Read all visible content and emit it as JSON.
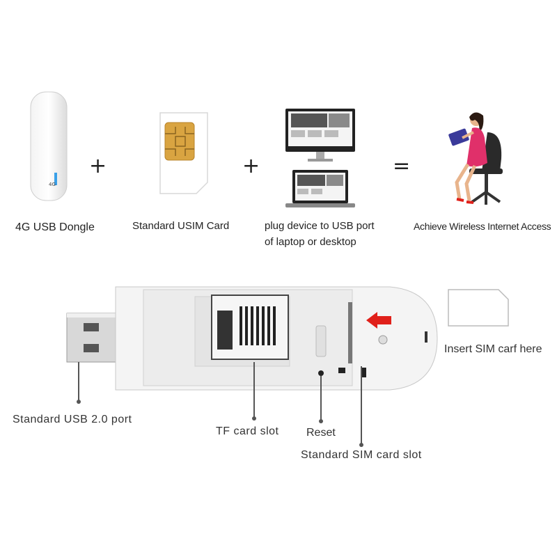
{
  "top_row": {
    "dongle_label": "4G USB Dongle",
    "sim_label": "Standard USIM Card",
    "device_label_line1": "plug device to USB port",
    "device_label_line2": "of laptop or desktop",
    "result_label": "Achieve Wireless Internet Access",
    "dongle_badge": "4G",
    "plus_1": "+",
    "plus_2": "+",
    "equals": "="
  },
  "diagram": {
    "insert_sim_label": "Insert SIM carf here",
    "usb_port_label": "Standard USB 2.0 port",
    "tf_slot_label": "TF card slot",
    "reset_label": "Reset",
    "sim_slot_label": "Standard SIM card slot"
  },
  "colors": {
    "accent_red": "#e0201a",
    "sim_gold": "#d9a441",
    "dress_pink": "#e0306a",
    "chair_black": "#2a2a2a"
  }
}
